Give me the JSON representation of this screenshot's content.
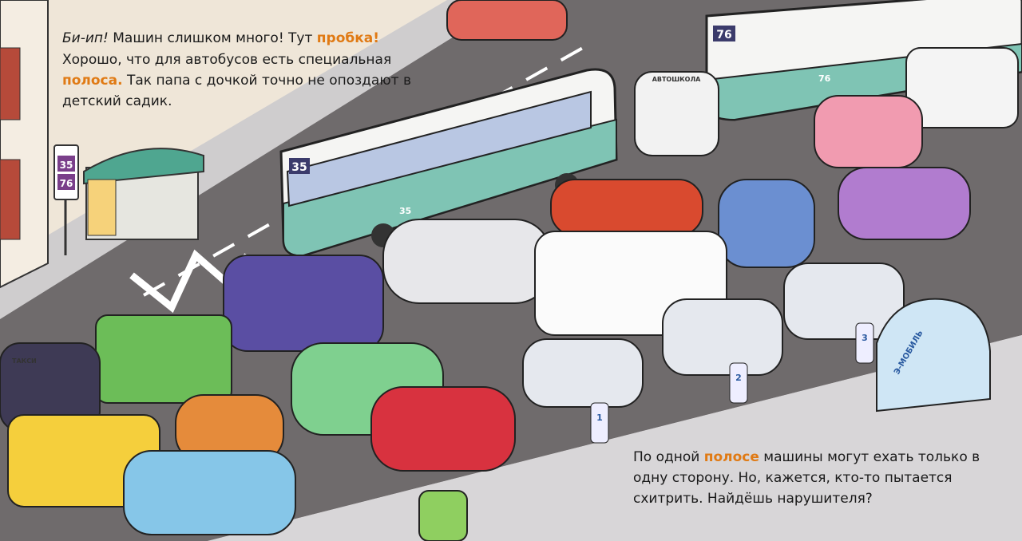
{
  "intro": {
    "line1_italic": "Би-ип!",
    "line1_text": " Машин слишком много! Тут ",
    "line1_highlight": "пробка!",
    "p2_text1": "Хорошо, что для автобусов есть специальная ",
    "p2_highlight": "полоса.",
    "p2_text2": " Так папа с дочкой точно не опоздают в детский садик."
  },
  "question": {
    "text1": "По одной ",
    "highlight": "полосе",
    "text2": " машины могут ехать только в одну сторону. Но, кажется, кто-то пытается схитрить. Найдёшь нарушителя?"
  },
  "scene": {
    "bus_stop_sign": [
      "35",
      "76"
    ],
    "bus_front_number": "35",
    "bus_side_number": "35",
    "bus2_front_number": "76",
    "bus2_side_number": "76",
    "driving_school_sign": "АВТОШКОЛА",
    "taxi_sign": "ТАКСИ",
    "charging_station_label": "Э-МОБИЛЬ",
    "charger_numbers": [
      "1",
      "2",
      "3"
    ]
  },
  "colors": {
    "highlight": "#e07a14",
    "road": "#6f6b6c",
    "sidewalk": "#d3d1d3",
    "paper": "#efe6d8"
  }
}
